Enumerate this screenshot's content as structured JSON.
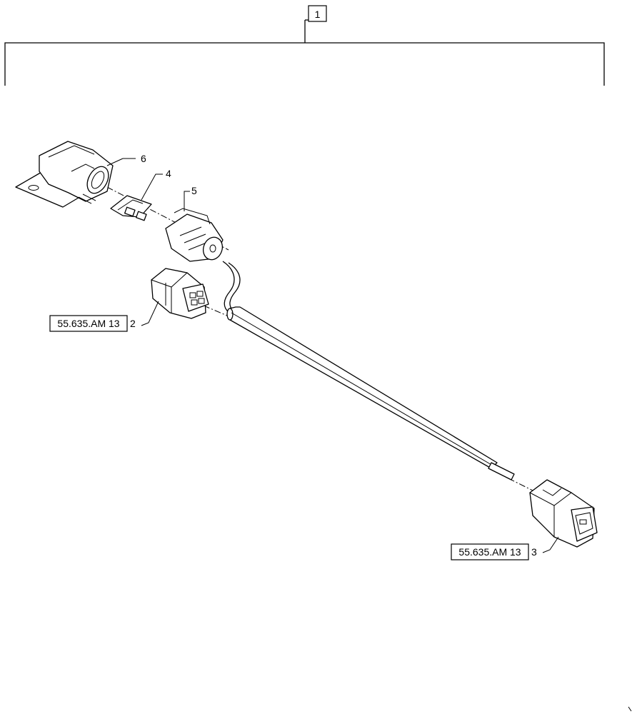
{
  "callouts": {
    "assembly": "1",
    "item2": "2",
    "item3": "3",
    "item4": "4",
    "item5": "5",
    "item6": "6"
  },
  "references": {
    "item2_ref": "55.635.AM 13",
    "item3_ref": "55.635.AM 13"
  }
}
